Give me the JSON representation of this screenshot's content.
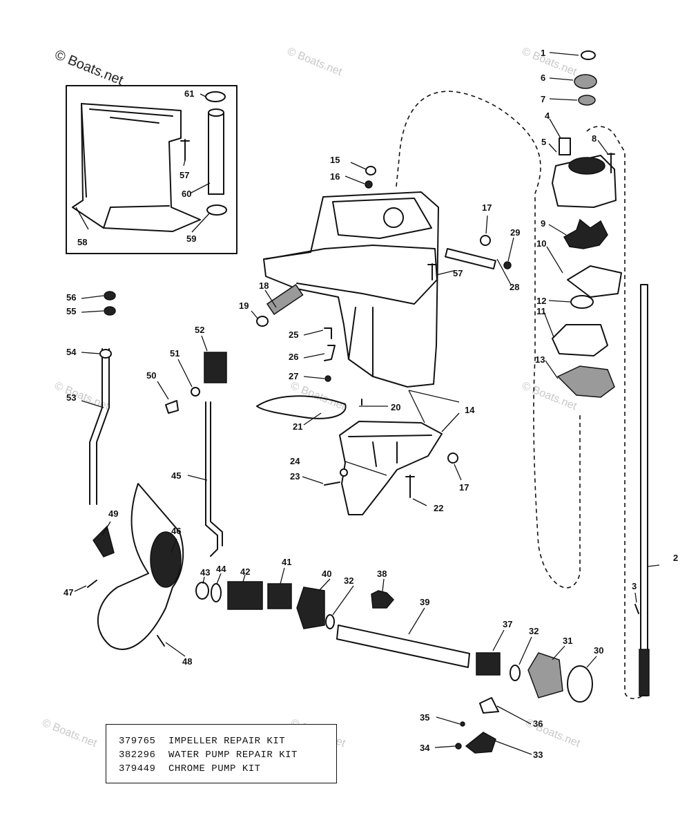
{
  "watermark": {
    "main": "© Boats.net",
    "repeat": "© Boats.net"
  },
  "callouts": [
    "1",
    "2",
    "3",
    "4",
    "5",
    "6",
    "7",
    "8",
    "9",
    "10",
    "11",
    "12",
    "13",
    "14",
    "15",
    "16",
    "17",
    "17",
    "18",
    "19",
    "20",
    "21",
    "22",
    "23",
    "24",
    "25",
    "26",
    "27",
    "28",
    "29",
    "30",
    "31",
    "32",
    "32",
    "33",
    "34",
    "35",
    "36",
    "37",
    "38",
    "39",
    "40",
    "41",
    "42",
    "43",
    "44",
    "45",
    "46",
    "47",
    "48",
    "49",
    "50",
    "51",
    "52",
    "53",
    "54",
    "55",
    "56",
    "57",
    "57",
    "58",
    "59",
    "60",
    "61"
  ],
  "kits": [
    {
      "number": "379765",
      "description": "IMPELLER REPAIR KIT"
    },
    {
      "number": "382296",
      "description": "WATER PUMP REPAIR KIT"
    },
    {
      "number": "379449",
      "description": "CHROME PUMP KIT"
    }
  ]
}
